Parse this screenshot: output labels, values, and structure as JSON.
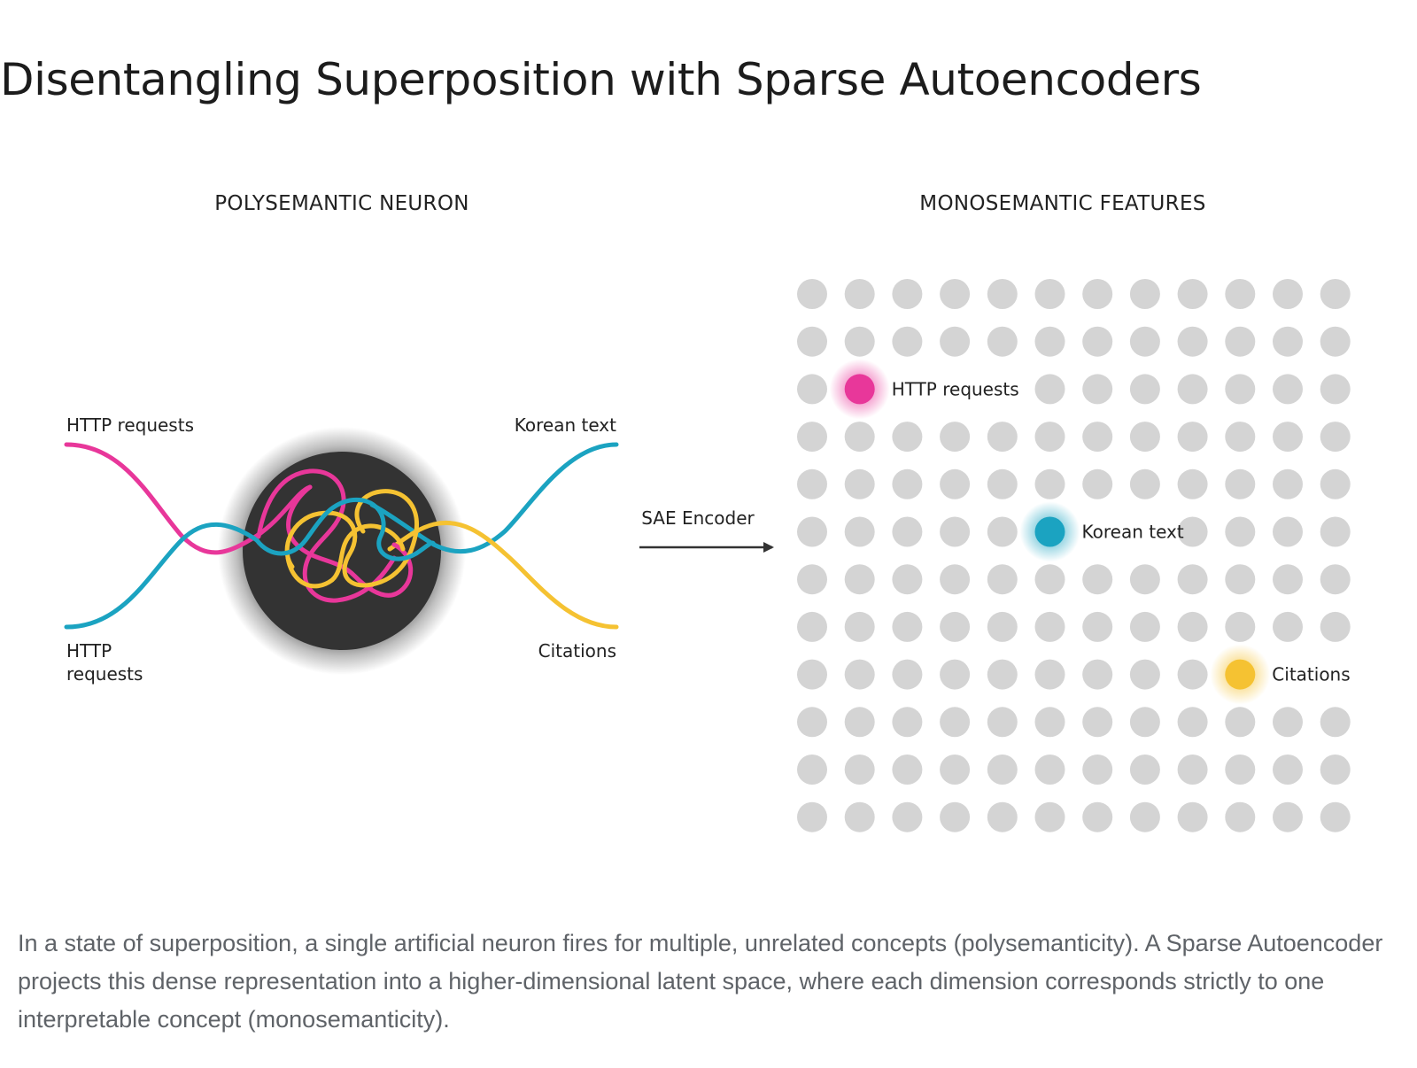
{
  "title": "Disentangling Superposition with Sparse Autoencoders",
  "diagram": {
    "left_panel": {
      "heading": "POLYSEMANTIC NEURON",
      "labels": {
        "top_left": "HTTP requests",
        "bottom_left_line1": "HTTP",
        "bottom_left_line2": "requests",
        "top_right": "Korean text",
        "bottom_right": "Citations"
      }
    },
    "arrow_label": "SAE Encoder",
    "right_panel": {
      "heading": "MONOSEMANTIC FEATURES",
      "grid": {
        "rows": 12,
        "cols": 12
      },
      "active_features": [
        {
          "label": "HTTP requests",
          "row": 2,
          "col": 1,
          "color": "#e8379a"
        },
        {
          "label": "Korean text",
          "row": 5,
          "col": 5,
          "color": "#1ba3c1"
        },
        {
          "label": "Citations",
          "row": 8,
          "col": 9,
          "color": "#f5c232"
        }
      ]
    },
    "colors": {
      "http": "#e8379a",
      "korean": "#1ba3c1",
      "citations": "#f5c232",
      "neuron": "#333333",
      "inactive_dot": "#d4d4d4"
    }
  },
  "caption": "In a state of superposition, a single artificial neuron fires for multiple, unrelated concepts (polysemanticity). A Sparse Autoencoder projects this dense representation into a higher-dimensional latent space, where each dimension corresponds strictly to one interpretable concept (monosemanticity)."
}
